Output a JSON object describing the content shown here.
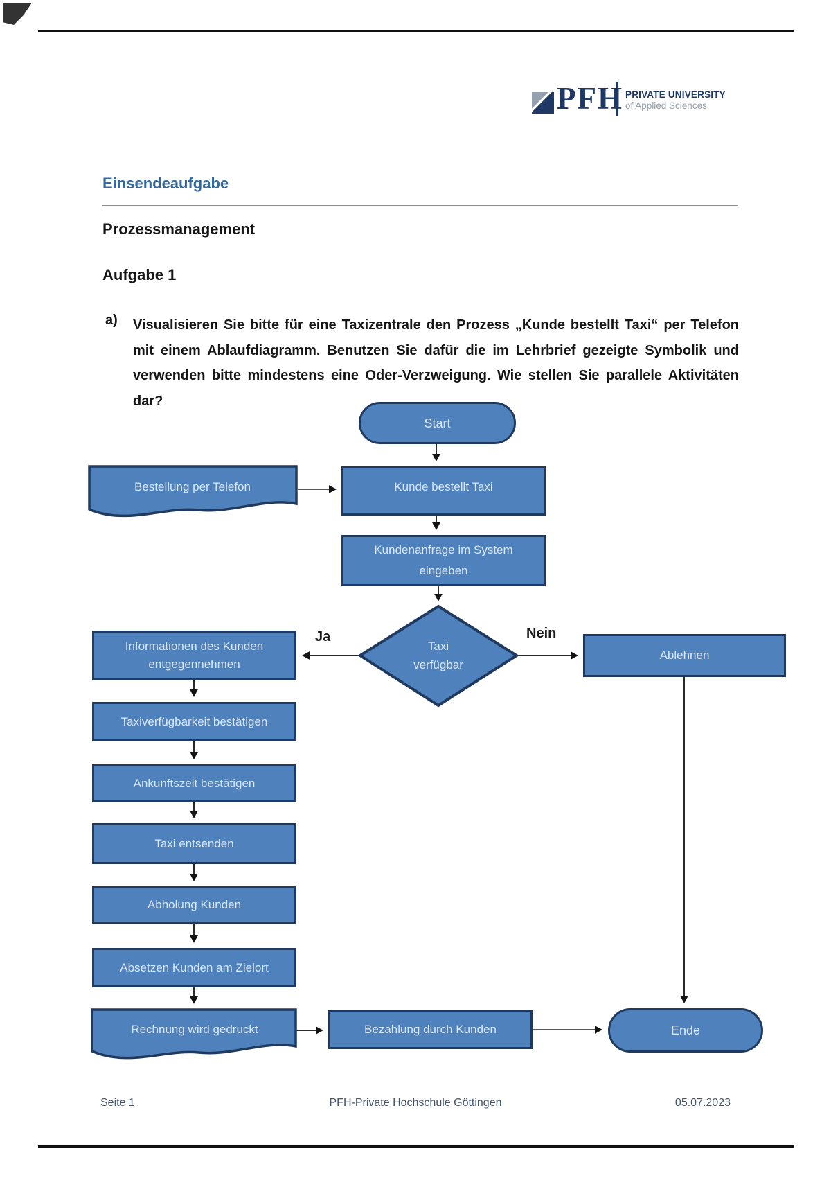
{
  "logo": {
    "acronym": "PFH",
    "line1": "PRIVATE UNIVERSITY",
    "line2": "of Applied Sciences",
    "navy": "#1f3864",
    "gray": "#959da8"
  },
  "header": {
    "doc_type": "Einsendeaufgabe",
    "course": "Prozessmanagement",
    "task_heading": "Aufgabe 1",
    "accent_color": "#34699f"
  },
  "task_a": {
    "marker": "a)",
    "text": "Visualisieren Sie bitte für eine Taxizentrale den Prozess „Kunde bestellt Taxi“ per Telefon mit einem Ablaufdiagramm. Benutzen Sie dafür die im Lehrbrief gezeigte Symbolik und verwenden bitte mindestens eine Oder-Verzweigung. Wie stellen Sie parallele Aktivitäten dar?"
  },
  "flowchart": {
    "colors": {
      "fill": "#4f81bd",
      "border": "#1f3a5e",
      "text": "#d9e7f8"
    },
    "start": "Start",
    "bestellung": "Bestellung per Telefon",
    "kunde_bestellt": "Kunde bestellt Taxi",
    "kundenanfrage": "Kundenanfrage im System eingeben",
    "decision_line1": "Taxi",
    "decision_line2": "verfügbar",
    "branch_yes": "Ja",
    "branch_no": "Nein",
    "informationen": "Informationen des Kunden entgegennehmen",
    "ablehnen": "Ablehnen",
    "taxiverfuegbarkeit": "Taxiverfügbarkeit bestätigen",
    "ankunftszeit": "Ankunftszeit bestätigen",
    "taxi_entsenden": "Taxi entsenden",
    "abholung": "Abholung Kunden",
    "absetzen": "Absetzen Kunden am Zielort",
    "rechnung": "Rechnung wird gedruckt",
    "bezahlung": "Bezahlung durch Kunden",
    "ende": "Ende"
  },
  "footer": {
    "page_label": "Seite 1",
    "institution": "PFH-Private Hochschule Göttingen",
    "date": "05.07.2023"
  }
}
